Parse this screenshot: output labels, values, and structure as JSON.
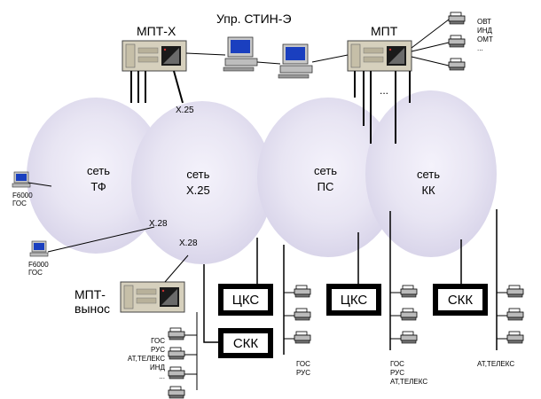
{
  "title": "Упр. СТИН-Э",
  "nodes": {
    "mpt_x": "МПТ-Х",
    "mpt": "МПТ",
    "mpt_remote_1": "МПТ-",
    "mpt_remote_2": "вынос"
  },
  "networks": [
    {
      "line1": "сеть",
      "line2": "ТФ"
    },
    {
      "line1": "сеть",
      "line2": "Х.25"
    },
    {
      "line1": "сеть",
      "line2": "ПС"
    },
    {
      "line1": "сеть",
      "line2": "КК"
    }
  ],
  "link_labels": {
    "x25": "Х.25",
    "x28_a": "Х.28",
    "x28_b": "Х.28"
  },
  "boxes": {
    "cks_1": "ЦКС",
    "skk_1": "СКК",
    "cks_2": "ЦКС",
    "skk_2": "СКК"
  },
  "terminals": {
    "f6000_1": [
      "F6000",
      "ГОС"
    ],
    "f6000_2": [
      "F6000",
      "ГОС"
    ]
  },
  "printer_groups": {
    "mpt_top": [
      "ОВТ",
      "ИНД",
      "ОМТ",
      "..."
    ],
    "remote": [
      "ГОС",
      "РУС",
      "АТ,ТЕЛЕКС",
      "ИНД",
      "..."
    ],
    "cks_1": [
      "ГОС",
      "РУС"
    ],
    "cks_2": [
      "ГОС",
      "РУС",
      "АТ,ТЕЛЕКС"
    ],
    "skk_2": [
      "АТ,ТЕЛЕКС"
    ]
  },
  "ellipsis": "..."
}
